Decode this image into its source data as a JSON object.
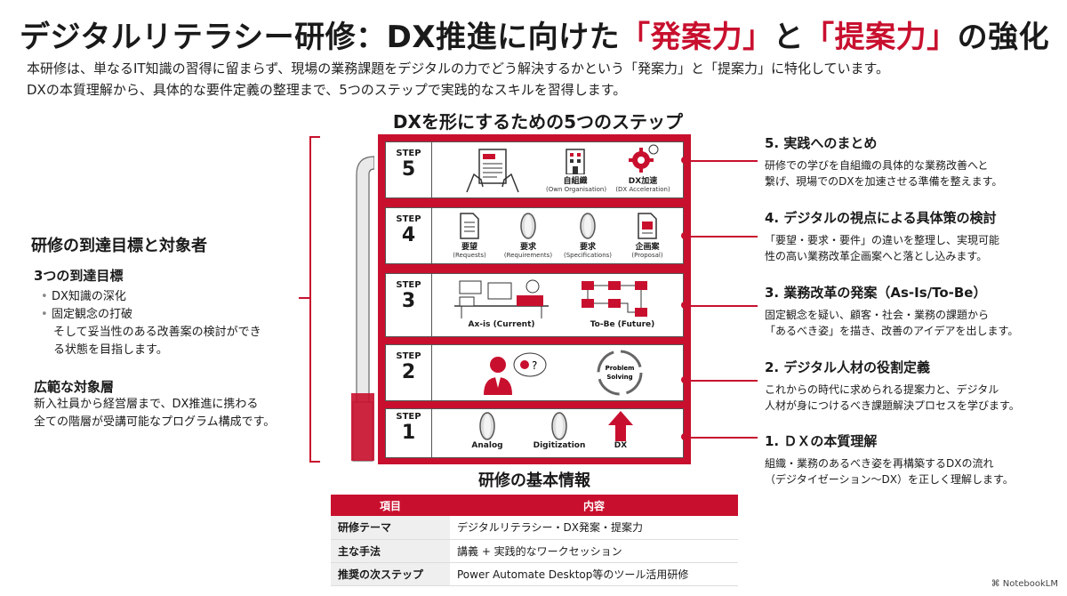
{
  "header": {
    "title_prefix": "デジタルリテラシー研修：DX推進に向けた",
    "title_red1": "「発案力」",
    "title_mid": "と",
    "title_red2": "「提案力」",
    "title_suffix": "の強化",
    "intro_line1": "本研修は、単なるIT知識の習得に留まらず、現場の業務課題をデジタルの力でどう解決するかという「発案力」と「提案力」に特化しています。",
    "intro_line2": "DXの本質理解から、具体的な要件定義の整理まで、5つのステップで実践的なスキルを習得します。"
  },
  "steps_title": "DXを形にするための5つのステップ",
  "step_word": "STEP",
  "steps": [
    {
      "num": "5",
      "items": [
        {
          "label": "",
          "sub": ""
        },
        {
          "label": "自組織",
          "sub": "(Own Organisation)"
        },
        {
          "label": "DX加速",
          "sub": "(DX Acceleration)"
        }
      ]
    },
    {
      "num": "4",
      "items": [
        {
          "label": "要望",
          "sub": "(Requests)"
        },
        {
          "label": "要求",
          "sub": "(Requirements)"
        },
        {
          "label": "要求",
          "sub": "(Specifications)"
        },
        {
          "label": "企画案",
          "sub": "(Proposal)"
        }
      ]
    },
    {
      "num": "3",
      "items": [
        {
          "label": "Ax-is (Current)",
          "sub": ""
        },
        {
          "label": "To-Be (Future)",
          "sub": ""
        }
      ]
    },
    {
      "num": "2",
      "items": [
        {
          "label": "Problem",
          "sub": "Solving"
        }
      ]
    },
    {
      "num": "1",
      "items": [
        {
          "label": "Analog",
          "sub": ""
        },
        {
          "label": "Digitization",
          "sub": ""
        },
        {
          "label": "DX",
          "sub": ""
        }
      ]
    }
  ],
  "left": {
    "title": "研修の到達目標と対象者",
    "goals_title": "3つの到達目標",
    "goals": [
      "DX知識の深化",
      "固定観念の打破"
    ],
    "goal_text_1": "そして妥当性のある改善案の検討ができ",
    "goal_text_2": "る状態を目指します。",
    "target_title": "広範な対象層",
    "target_text_1": "新入社員から経営層まで、DX推進に携わる",
    "target_text_2": "全ての階層が受講可能なプログラム構成です。"
  },
  "right": [
    {
      "heading": "5. 実践へのまとめ",
      "line1": "研修での学びを自組織の具体的な業務改善へと",
      "line2": "繋げ、現場でのDXを加速させる準備を整えます。"
    },
    {
      "heading": "4. デジタルの視点による具体策の検討",
      "line1": "「要望・要求・要件」の違いを整理し、実現可能",
      "line2": "性の高い業務改革企画案へと落とし込みます。"
    },
    {
      "heading": "3. 業務改革の発案（As-Is/To-Be）",
      "line1": "固定観念を疑い、顧客・社会・業務の課題から",
      "line2": "「あるべき姿」を描き、改善のアイデアを出します。"
    },
    {
      "heading": "2. デジタル人材の役割定義",
      "line1": "これからの時代に求められる提案力と、デジタル",
      "line2": "人材が身につけるべき課題解決プロセスを学びます。"
    },
    {
      "heading": "1. ＤＸの本質理解",
      "line1": "組織・業務のあるべき姿を再構築するDXの流れ",
      "line2": "（デジタイゼーション～DX）を正しく理解します。"
    }
  ],
  "info": {
    "title": "研修の基本情報",
    "col_item": "項目",
    "col_content": "内容",
    "rows": [
      {
        "k": "研修テーマ",
        "v": "デジタルリテラシー・DX発案・提案力"
      },
      {
        "k": "主な手法",
        "v": "講義 + 実践的なワークセッション"
      },
      {
        "k": "推奨の次ステップ",
        "v": "Power Automate Desktop等のツール活用研修"
      }
    ]
  },
  "brand": "NotebookLM",
  "colors": {
    "accent": "#c8102e"
  }
}
